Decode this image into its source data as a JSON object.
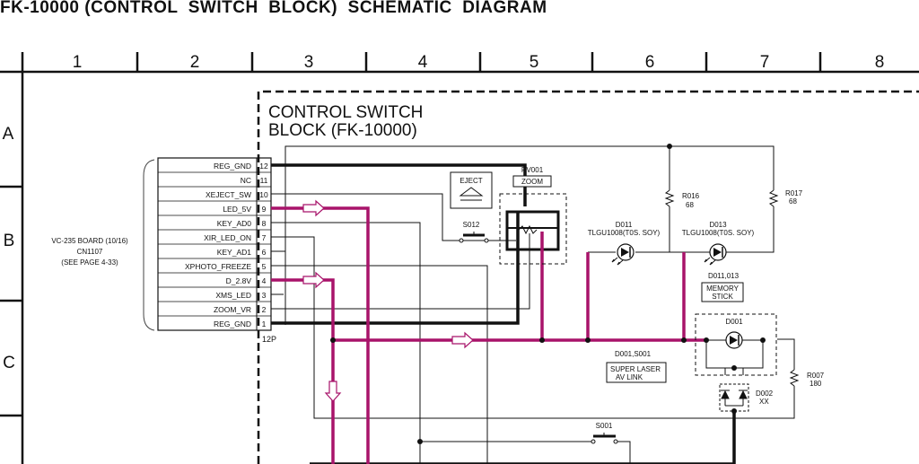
{
  "title": "FK-10000 (CONTROL  SWITCH  BLOCK)  SCHEMATIC  DIAGRAM",
  "grid": {
    "columns": [
      "1",
      "2",
      "3",
      "4",
      "5",
      "6",
      "7",
      "8"
    ],
    "rows": [
      "A",
      "B",
      "C"
    ]
  },
  "block": {
    "line1": "CONTROL SWITCH",
    "line2": "BLOCK (FK-10000)"
  },
  "board": {
    "line1": "VC-235 BOARD (10/16)",
    "line2": "CN1107",
    "line3": "(SEE PAGE 4-33)"
  },
  "connector": {
    "type_label": "12P",
    "pins": [
      {
        "no": "12",
        "name": "REG_GND"
      },
      {
        "no": "11",
        "name": "NC"
      },
      {
        "no": "10",
        "name": "XEJECT_SW"
      },
      {
        "no": "9",
        "name": "LED_5V"
      },
      {
        "no": "8",
        "name": "KEY_AD0"
      },
      {
        "no": "7",
        "name": "XIR_LED_ON"
      },
      {
        "no": "6",
        "name": "KEY_AD1"
      },
      {
        "no": "5",
        "name": "XPHOTO_FREEZE"
      },
      {
        "no": "4",
        "name": "D_2.8V"
      },
      {
        "no": "3",
        "name": "XMS_LED"
      },
      {
        "no": "2",
        "name": "ZOOM_VR"
      },
      {
        "no": "1",
        "name": "REG_GND"
      }
    ]
  },
  "components": {
    "eject_label": "EJECT",
    "s012": "S012",
    "rv001": "RV001",
    "rv001_func": "ZOOM",
    "r016": "R016",
    "r016_val": "68",
    "r017": "R017",
    "r017_val": "68",
    "d011": "D011",
    "d011_part": "TLGU1008(T0S. SOY)",
    "d013": "D013",
    "d013_part": "TLGU1008(T0S. SOY)",
    "d011_013": "D011,013",
    "memory_stick_1": "MEMORY",
    "memory_stick_2": "STICK",
    "d001": "D001",
    "d001_s001": "D001,S001",
    "super_laser_1": "SUPER LASER",
    "super_laser_2": "AV LINK",
    "r007": "R007",
    "r007_val": "180",
    "d002": "D002",
    "d002_val": "XX",
    "s001": "S001"
  },
  "colors": {
    "signal_highlight": "#a8136a",
    "wire": "#111111",
    "paper": "#ffffff"
  }
}
